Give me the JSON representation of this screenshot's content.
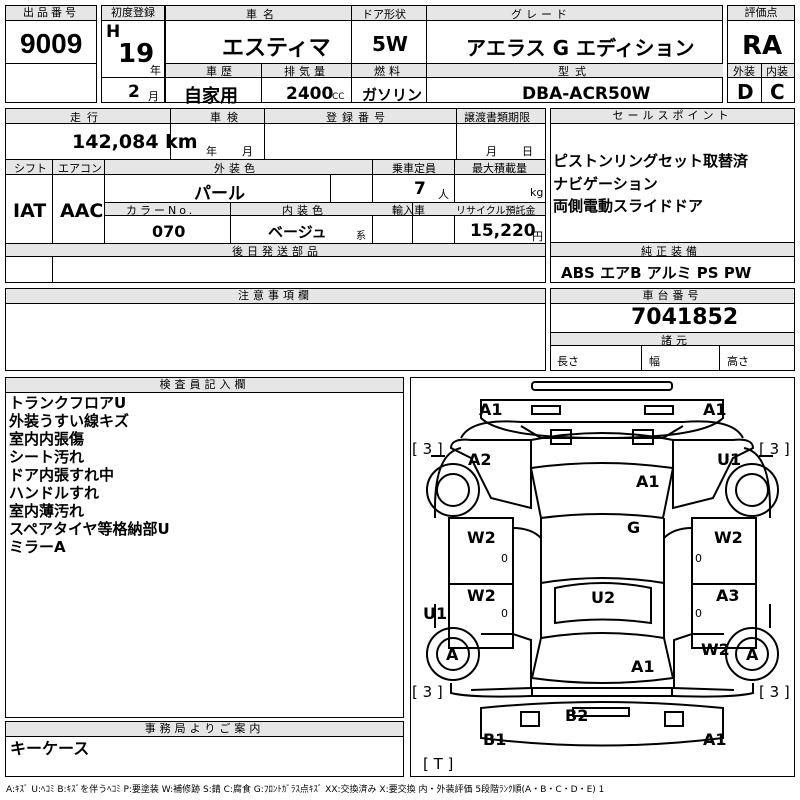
{
  "top": {
    "lot_no": {
      "label": "出品番号",
      "value": "9009"
    },
    "first_reg": {
      "label": "初度登録",
      "era": "H",
      "year": "19",
      "year_unit": "年",
      "month": "2",
      "month_unit": "月"
    },
    "car_name": {
      "label": "車名",
      "value": "エスティマ"
    },
    "door": {
      "label": "ドア形状",
      "value": "5W"
    },
    "grade": {
      "label": "グレード",
      "value": "アエラス G エディション"
    },
    "score": {
      "label": "評価点",
      "value": "RA"
    },
    "history": {
      "label": "車歴",
      "value": "自家用"
    },
    "displacement": {
      "label": "排気量",
      "value": "2400",
      "unit": "CC"
    },
    "fuel": {
      "label": "燃料",
      "value": "ガソリン"
    },
    "model": {
      "label": "型式",
      "value": "DBA-ACR50W"
    },
    "exterior": {
      "label": "外装",
      "value": "D"
    },
    "interior": {
      "label": "内装",
      "value": "C"
    }
  },
  "mid": {
    "mileage": {
      "label": "走行",
      "value": "142,084 km"
    },
    "inspection": {
      "label": "車検",
      "year_unit": "年",
      "month_unit": "月"
    },
    "reg_no": {
      "label": "登録番号"
    },
    "transfer": {
      "label": "譲渡書類期限",
      "month_unit": "月",
      "day_unit": "日"
    },
    "shift": {
      "label": "シフト",
      "value": "IAT"
    },
    "ac": {
      "label": "エアコン",
      "value": "AAC"
    },
    "ext_color": {
      "label": "外装色",
      "value": "パール"
    },
    "capacity": {
      "label": "乗車定員",
      "value": "7",
      "unit": "人"
    },
    "max_load": {
      "label": "最大積載量",
      "unit": "kg"
    },
    "color_no": {
      "label": "カラーNo.",
      "value": "070"
    },
    "int_color": {
      "label": "内装色",
      "value": "ベージュ",
      "suffix": "系"
    },
    "import": {
      "label": "輸入車"
    },
    "recycle": {
      "label": "リサイクル預託金",
      "value": "15,220",
      "unit": "円"
    },
    "later_parts": {
      "label": "後日発送部品"
    }
  },
  "sales_points": {
    "label": "セールスポイント",
    "lines": [
      "ピストンリングセット取替済",
      "ナビゲーション",
      "両側電動スライドドア"
    ]
  },
  "genuine_equipment": {
    "label": "純正装備",
    "value": "ABS エアB アルミ PS PW"
  },
  "notes": {
    "label": "注意事項欄"
  },
  "chassis": {
    "label": "車台番号",
    "value": "7041852"
  },
  "specs": {
    "label": "諸元",
    "length": "長さ",
    "width": "幅",
    "height": "高さ"
  },
  "inspector": {
    "label": "検査員記入欄",
    "lines": [
      "トランクフロアU",
      "外装うすい線キズ",
      "室内内張傷",
      "シート汚れ",
      "ドア内張すれ中",
      "ハンドルすれ",
      "室内薄汚れ",
      "スペアタイヤ等格納部U",
      "ミラーA"
    ]
  },
  "office": {
    "label": "事務局よりご案内",
    "value": "キーケース"
  },
  "diagram": {
    "marks": {
      "a1_tl": "A1",
      "a1_tr": "A1",
      "a2": "A2",
      "u1_r": "U1",
      "a1_hood": "A1",
      "g": "G",
      "w2_l1": "W2",
      "w2_r1": "W2",
      "u2": "U2",
      "w2_l2": "W2",
      "a3": "A3",
      "u1_l": "U1",
      "a_l": "A",
      "w2_r2": "W2",
      "a_r": "A",
      "a1_roof": "A1",
      "b2": "B2",
      "b1": "B1",
      "a1_br": "A1"
    },
    "tires": {
      "tl": "[ 3 ]",
      "tr": "[ 3 ]",
      "bl": "[ 3 ]",
      "br": "[ 3 ]",
      "spare": "[ T ]"
    },
    "zeros": [
      "0",
      "0",
      "0",
      "0"
    ]
  },
  "legend": "A:ｷｽﾞ U:ﾍｺﾐ B:ｷｽﾞを伴うﾍｺﾐ P:要塗装 W:補修跡 S:錆 C:腐食 G:ﾌﾛﾝﾄｶﾞﾗｽ点ｷｽﾞ XX:交換済み X:要交換 内・外装評価 5段階ﾗﾝｸ順(A・B・C・D・E) 1"
}
